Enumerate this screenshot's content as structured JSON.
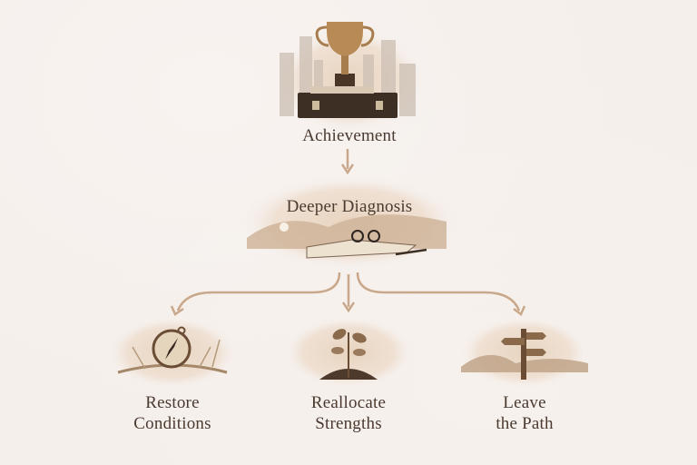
{
  "diagram": {
    "nodes": [
      {
        "id": "achievement",
        "label": "Achievement",
        "icon": "trophy-on-briefcase-icon"
      },
      {
        "id": "diagnosis",
        "label": "Deeper Diagnosis",
        "icon": "open-book-glasses-icon"
      },
      {
        "id": "restore",
        "label_line1": "Restore",
        "label_line2": "Conditions",
        "icon": "compass-icon"
      },
      {
        "id": "reallocate",
        "label_line1": "Reallocate",
        "label_line2": "Strengths",
        "icon": "sprout-icon"
      },
      {
        "id": "leave",
        "label_line1": "Leave",
        "label_line2": "the Path",
        "icon": "signpost-icon"
      }
    ],
    "edges": [
      {
        "from": "achievement",
        "to": "diagnosis"
      },
      {
        "from": "diagnosis",
        "to": "restore"
      },
      {
        "from": "diagnosis",
        "to": "reallocate"
      },
      {
        "from": "diagnosis",
        "to": "leave"
      }
    ],
    "colors": {
      "background": "#f5efeb",
      "text": "#4a3a30",
      "arrow": "#c9a78a",
      "sepia": "#b89878"
    }
  }
}
